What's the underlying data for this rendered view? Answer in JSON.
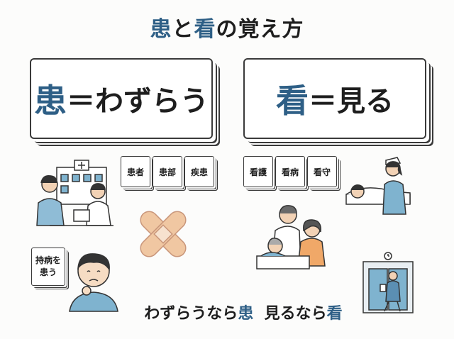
{
  "title": {
    "kanji1": "患",
    "part1": "と",
    "kanji2": "看",
    "part2": "の覚え方"
  },
  "card_left": {
    "kanji": "患",
    "rest": "＝わずらう"
  },
  "card_right": {
    "kanji": "看",
    "rest": "＝見る"
  },
  "words_left": [
    "患者",
    "患部",
    "疾患"
  ],
  "words_right": [
    "看護",
    "看病",
    "看守"
  ],
  "sign": {
    "line1": "持病を",
    "line2": "患う"
  },
  "bottom": {
    "part1": "わずらうなら",
    "kanji1": "患",
    "part2": "見るなら",
    "kanji2": "看"
  },
  "colors": {
    "accent": "#2e5f86",
    "ink": "#1e1e1e",
    "plaster": "#f0c7a2",
    "scrubs": "#7fb3cf"
  },
  "icons": [
    "hospital-illustration",
    "doctor-icon",
    "patient-icon",
    "bandage-cross-icon",
    "worried-person-icon",
    "nurse-icon",
    "bed-patient-icon",
    "family-visit-icon",
    "clock-icon",
    "door-icon",
    "walking-doctor-icon"
  ]
}
